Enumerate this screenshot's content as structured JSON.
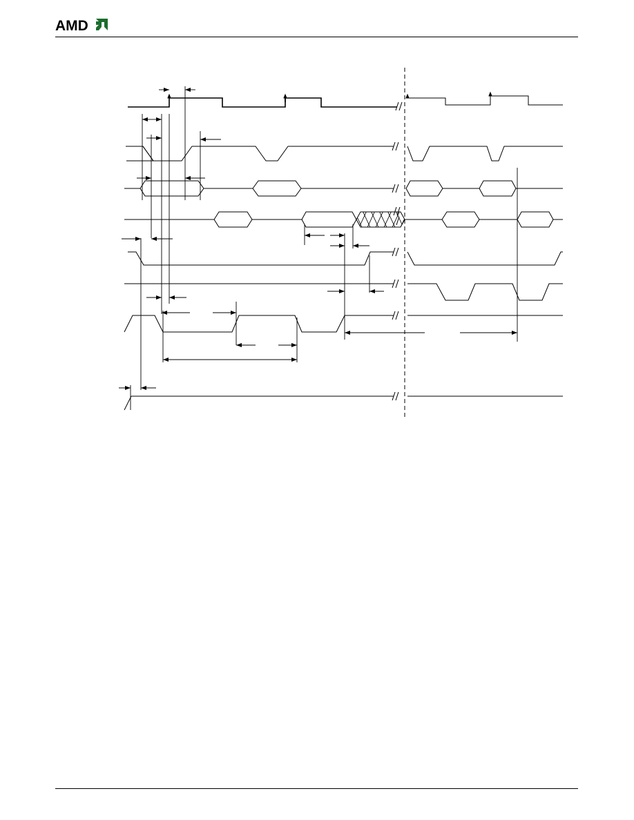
{
  "header": {
    "logo_text": "AMD",
    "logo_mark": "amd-arrow-mark"
  },
  "diagram": {
    "type": "timing-diagram",
    "colors": {
      "stroke": "#000000",
      "background": "#ffffff"
    }
  }
}
